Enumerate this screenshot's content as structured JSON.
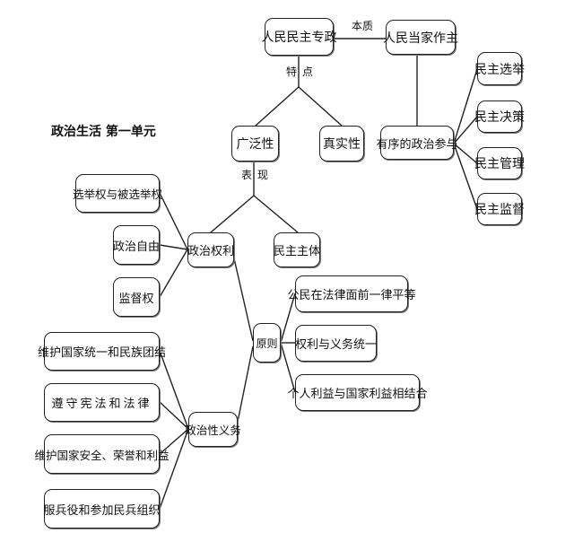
{
  "title": "政治生活 第一单元",
  "top": {
    "dictatorship": "人民民主专政",
    "essence_label": "本质",
    "masters": "人民当家作主",
    "feature_label_1": "特",
    "feature_label_2": "点"
  },
  "features": {
    "broad": "广泛性",
    "real": "真实性"
  },
  "participation": {
    "label": "有序的政治参与",
    "items": [
      "民主选举",
      "民主决策",
      "民主管理",
      "民主监督"
    ]
  },
  "manifest": {
    "label_1": "表",
    "label_2": "现",
    "rights": "政治权利",
    "subject": "民主主体"
  },
  "rights_items": [
    "选举权与被选举权",
    "政治自由",
    "监督权"
  ],
  "principle": {
    "label": "原则",
    "items": [
      "公民在法律面前一律平等",
      "权利与义务统一",
      "个人利益与国家利益相结合"
    ]
  },
  "duties": {
    "label": "政治性义务",
    "items": [
      "维护国家统一和民族团结",
      "遵守宪法和法律",
      "维护国家安全、荣誉和利益",
      "服兵役和参加民兵组织"
    ]
  }
}
